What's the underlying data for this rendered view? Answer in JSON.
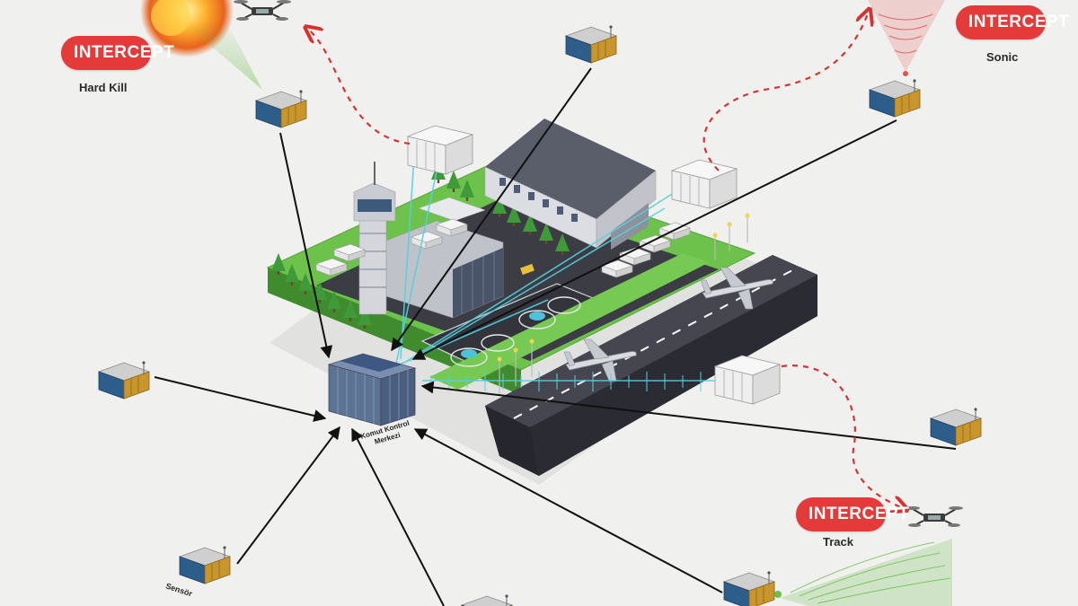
{
  "labels": {
    "intercept": "INTERCEPT",
    "hard_kill": "Hard Kill",
    "sonic": "Sonic",
    "track": "Track",
    "sensor": "Sensör",
    "command_center_line1": "Komut Kontrol",
    "command_center_line2": "Merkezi"
  },
  "colors": {
    "intercept_badge": "#e43a3a",
    "dashed_path": "#d9312f",
    "signal": "#55d0e0",
    "ground": "#6cc24a",
    "runway": "#3a3a44"
  },
  "icons": [
    "drone-icon",
    "sensor-box-icon",
    "command-center-icon",
    "container-icon",
    "airplane-icon",
    "explosion-icon"
  ]
}
